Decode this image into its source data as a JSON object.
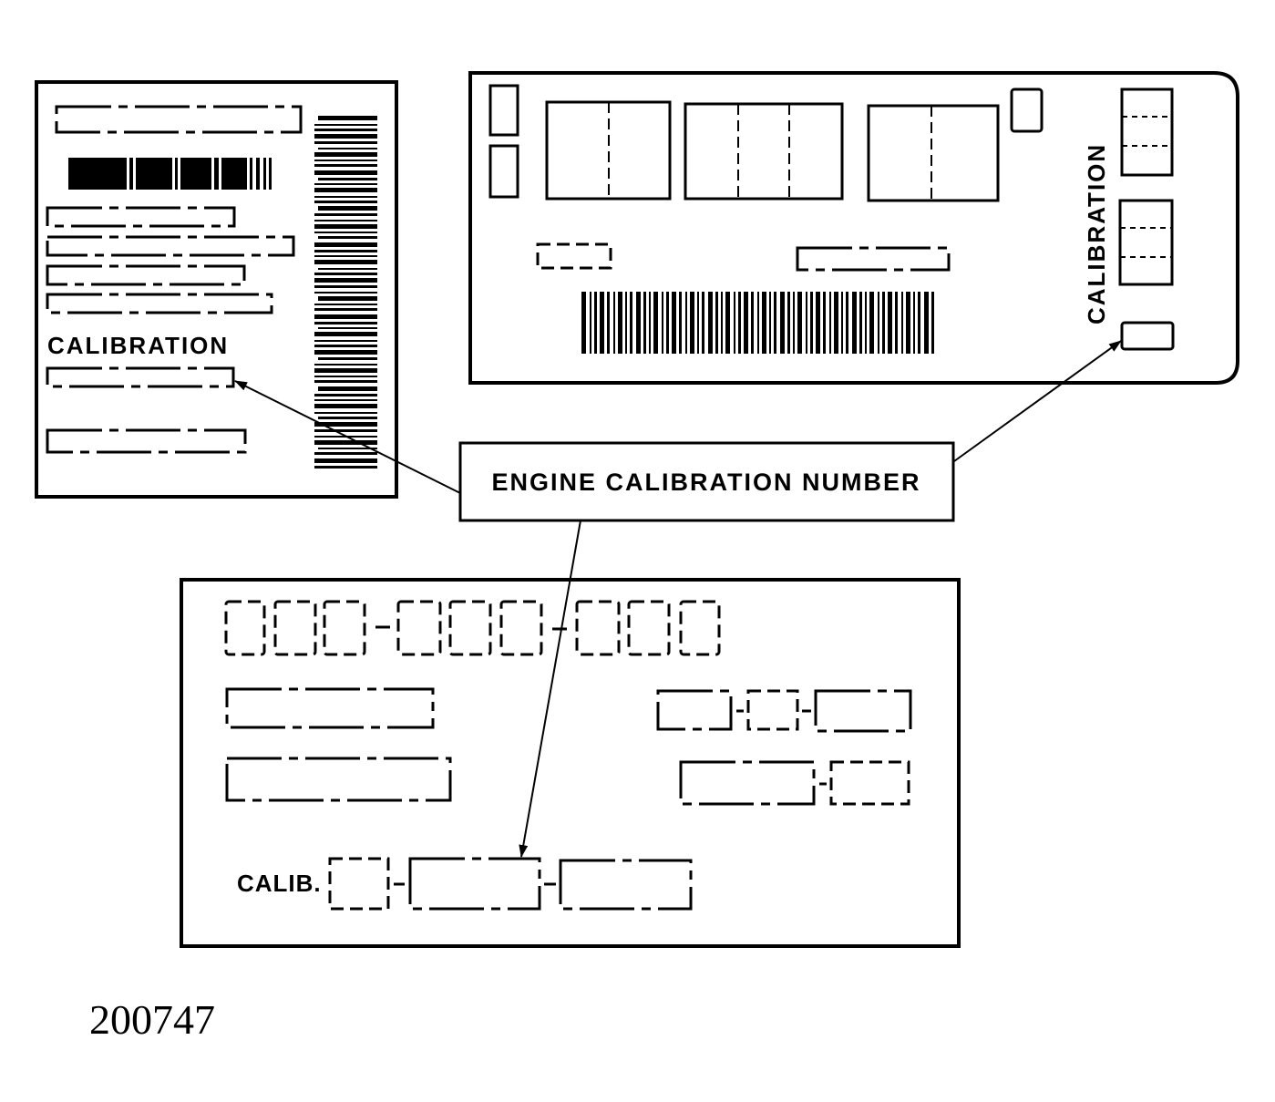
{
  "labels": {
    "left_label_caption": "CALIBRATION",
    "right_label_caption": "CALIBRATION",
    "bottom_label_caption": "CALIB.",
    "callout": "ENGINE CALIBRATION NUMBER",
    "figure_number": "200747"
  },
  "colors": {
    "ink": "#000000",
    "paper": "#ffffff"
  }
}
